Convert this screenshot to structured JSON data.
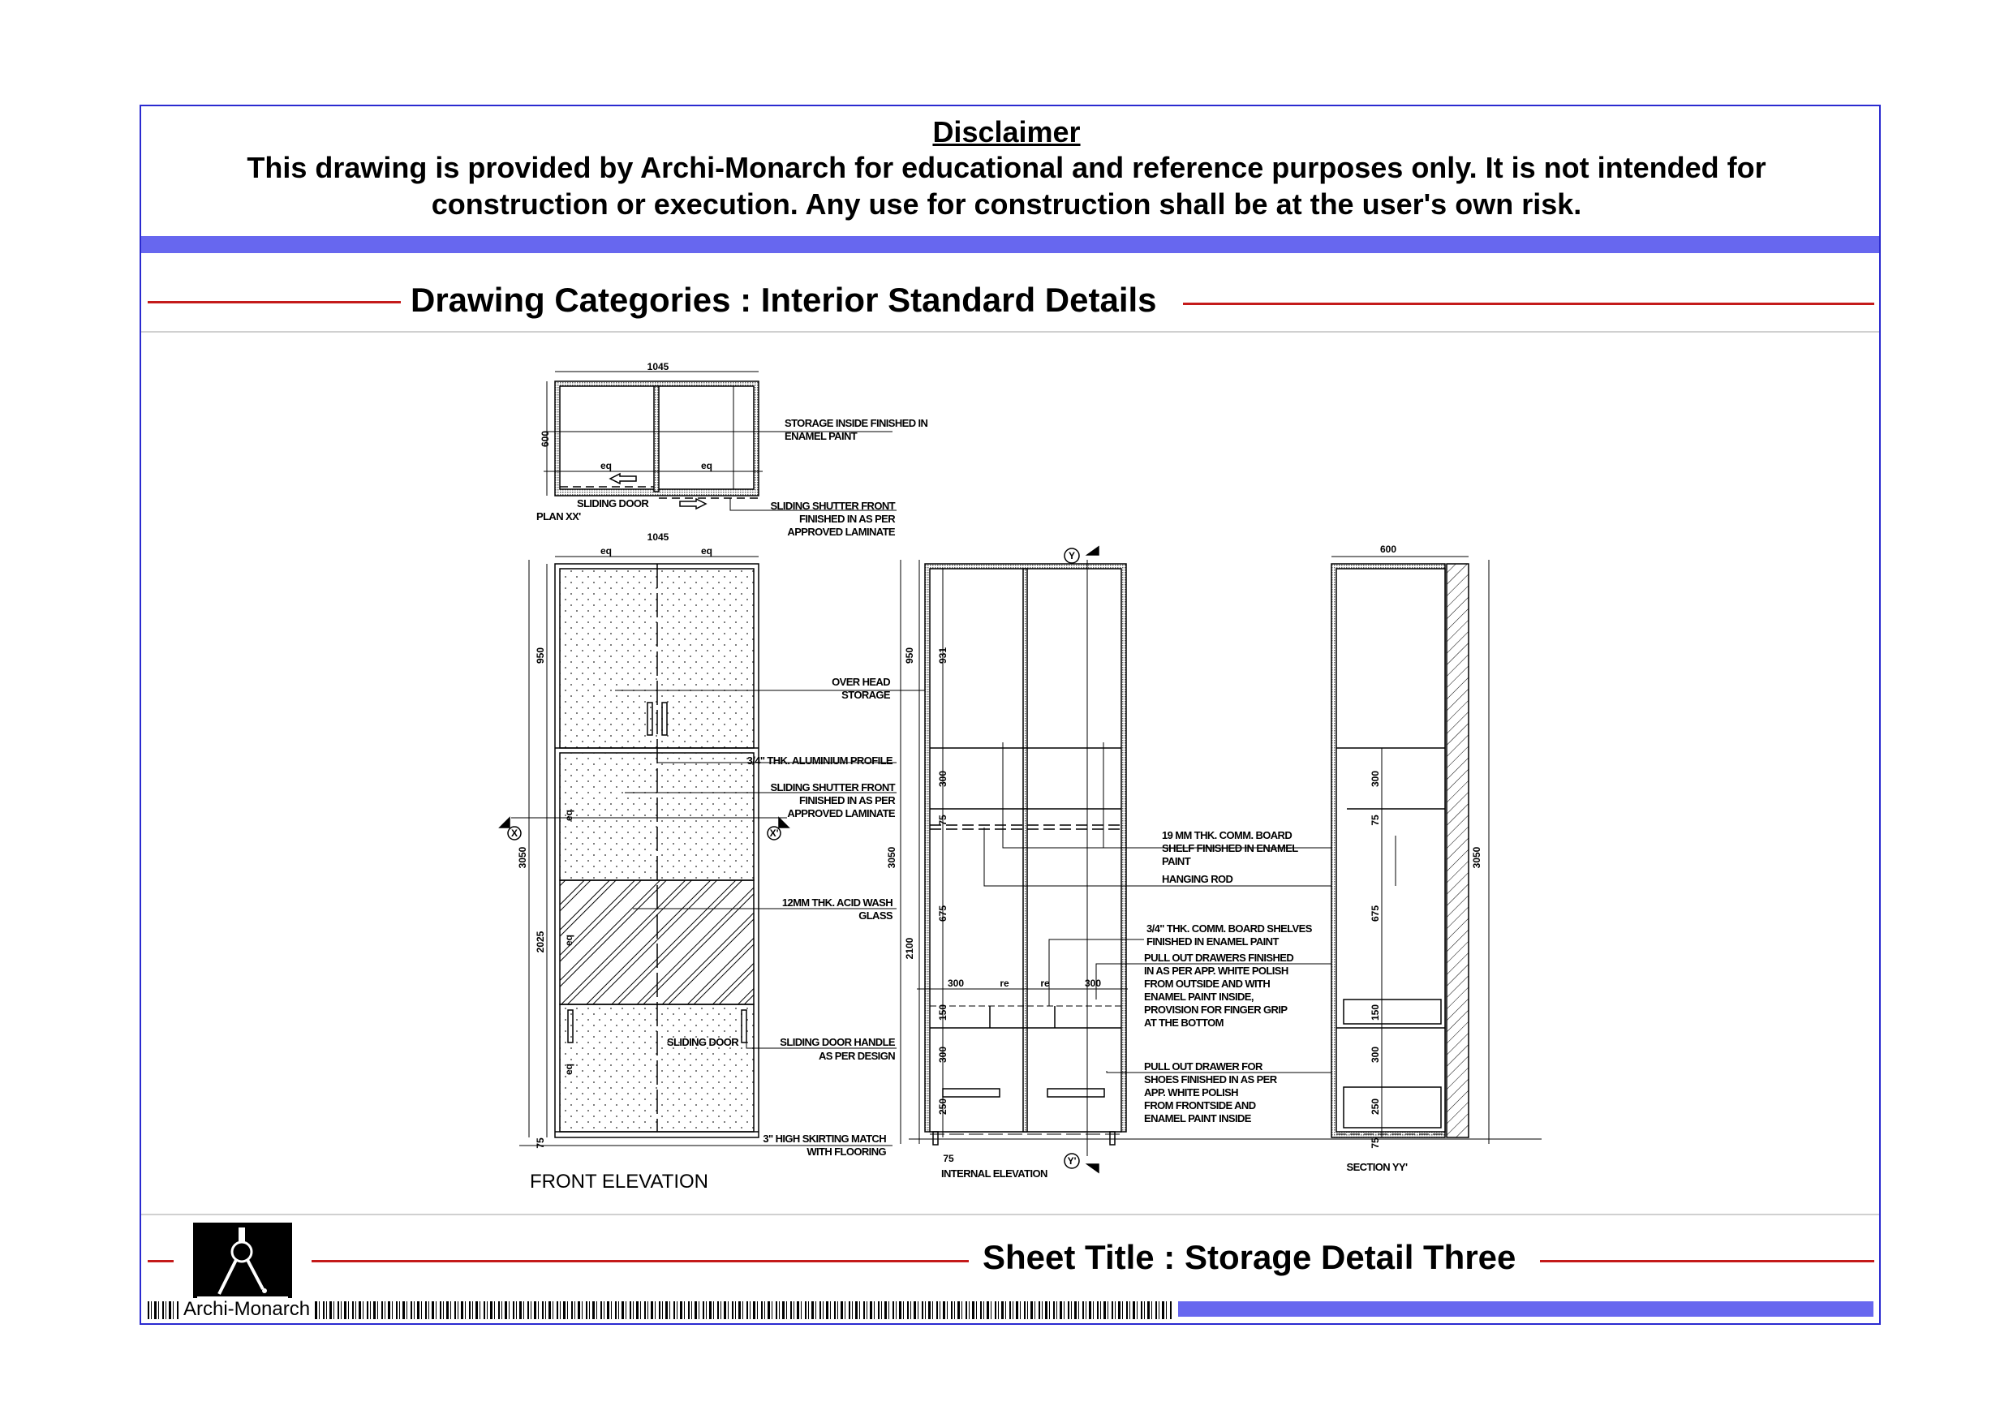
{
  "disclaimer": {
    "title": "Disclaimer",
    "line1": "This drawing is provided by Archi-Monarch for educational and reference purposes only. It is not intended for",
    "line2": "construction or execution. Any use for construction shall be at the user's own risk."
  },
  "category_title": "Drawing Categories : Interior Standard Details",
  "sheet_title": "Sheet Title : Storage Detail Three",
  "brand": "Archi-Monarch",
  "colors": {
    "frame": "#2a2ad0",
    "accent_bar": "#6767ef",
    "rule": "#c41a1a"
  },
  "plan": {
    "width_dim": "1045",
    "depth_dim": "600",
    "eq": "eq",
    "note_storage": [
      "STORAGE INSIDE FINISHED IN",
      "ENAMEL PAINT"
    ],
    "sliding_door": "SLIDING DOOR",
    "label": "PLAN XX'",
    "note_shutter": [
      "SLIDING SHUTTER  FRONT",
      "FINISHED  IN AS PER",
      "APPROVED LAMINATE"
    ]
  },
  "front_elevation": {
    "title": "FRONT ELEVATION",
    "width_dim": "1045",
    "eq": "eq",
    "dims": {
      "top": "950",
      "total": "3050",
      "lower": "2025",
      "skirting": "75"
    },
    "sliding_door": "SLIDING DOOR",
    "notes": {
      "overhead": [
        "OVER HEAD",
        "STORAGE"
      ],
      "profile": "3/4\" THK. ALUMINIUM PROFILE",
      "shutter": [
        "SLIDING SHUTTER  FRONT",
        "FINISHED  IN AS PER",
        "APPROVED LAMINATE"
      ],
      "glass": [
        "12MM THK. ACID WASH",
        "GLASS"
      ],
      "handle": [
        "SLIDING DOOR HANDLE",
        "AS PER DESIGN"
      ],
      "skirting": [
        "3\" HIGH SKIRTING MATCH",
        "WITH FLOORING"
      ]
    },
    "markers": {
      "x": "X",
      "x2": "X'"
    }
  },
  "internal_elevation": {
    "title": "INTERNAL ELEVATION",
    "dims": {
      "top": "950",
      "total": "3050",
      "lower": "2100",
      "d931": "931",
      "d300a": "300",
      "d75": "75",
      "d675": "675",
      "d150": "150",
      "d300b": "300",
      "d250": "250",
      "plinth": "75",
      "h300a": "300",
      "re1": "re",
      "re2": "re",
      "h300b": "300"
    },
    "markers": {
      "y": "Y",
      "y2": "Y'"
    },
    "notes": {
      "shelf": [
        "19 MM THK. COMM. BOARD",
        "SHELF FINISHED IN ENAMEL",
        "PAINT"
      ],
      "rod": "HANGING ROD",
      "shelves": [
        "3/4\" THK. COMM. BOARD SHELVES",
        "FINISHED IN ENAMEL PAINT"
      ],
      "drawers": [
        "PULL OUT DRAWERS FINISHED",
        "IN AS PER APP. WHITE POLISH",
        "FROM OUTSIDE AND WITH",
        "ENAMEL PAINT INSIDE,",
        "PROVISION FOR FINGER GRIP",
        "AT THE BOTTOM"
      ],
      "shoes": [
        "PULL OUT DRAWER FOR",
        "SHOES FINISHED IN AS PER",
        "APP. WHITE POLISH",
        " FROM FRONTSIDE AND",
        "ENAMEL PAINT INSIDE"
      ]
    }
  },
  "section": {
    "title": "SECTION YY'",
    "dims": {
      "depth": "600",
      "total": "3050",
      "d300a": "300",
      "d75": "75",
      "d675": "675",
      "d150": "150",
      "d300b": "300",
      "d250": "250",
      "plinth": "75"
    }
  }
}
